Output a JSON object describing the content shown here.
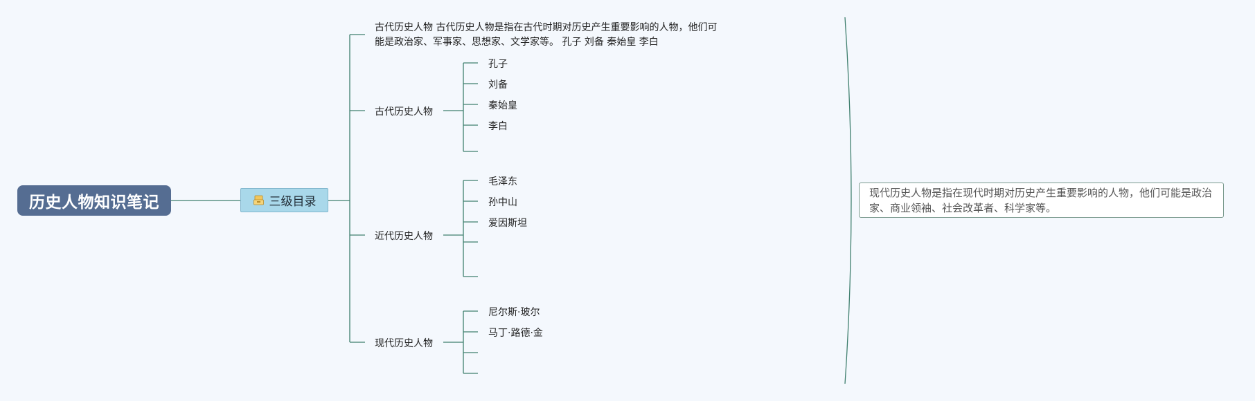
{
  "root": {
    "title": "历史人物知识笔记"
  },
  "level1": {
    "label": "三级目录",
    "icon": "archive-box-icon"
  },
  "description": {
    "text": "古代历史人物 古代历史人物是指在古代时期对历史产生重要影响的人物，他们可能是政治家、军事家、思想家、文学家等。 孔子 刘备 秦始皇 李白"
  },
  "branches": [
    {
      "label": "古代历史人物",
      "children": [
        "孔子",
        "刘备",
        "秦始皇",
        "李白",
        ""
      ]
    },
    {
      "label": "近代历史人物",
      "children": [
        "毛泽东",
        "孙中山",
        "爱因斯坦",
        "",
        ""
      ]
    },
    {
      "label": "现代历史人物",
      "children": [
        "尼尔斯·玻尔",
        "马丁·路德·金",
        "",
        ""
      ]
    }
  ],
  "summary": {
    "text": "现代历史人物是指在现代时期对历史产生重要影响的人物，他们可能是政治家、商业领袖、社会改革者、科学家等。"
  },
  "colors": {
    "line": "#3f7f6e",
    "root_bg": "#556d92",
    "level1_bg": "#a9d8ea",
    "background": "#f4f8fd"
  }
}
